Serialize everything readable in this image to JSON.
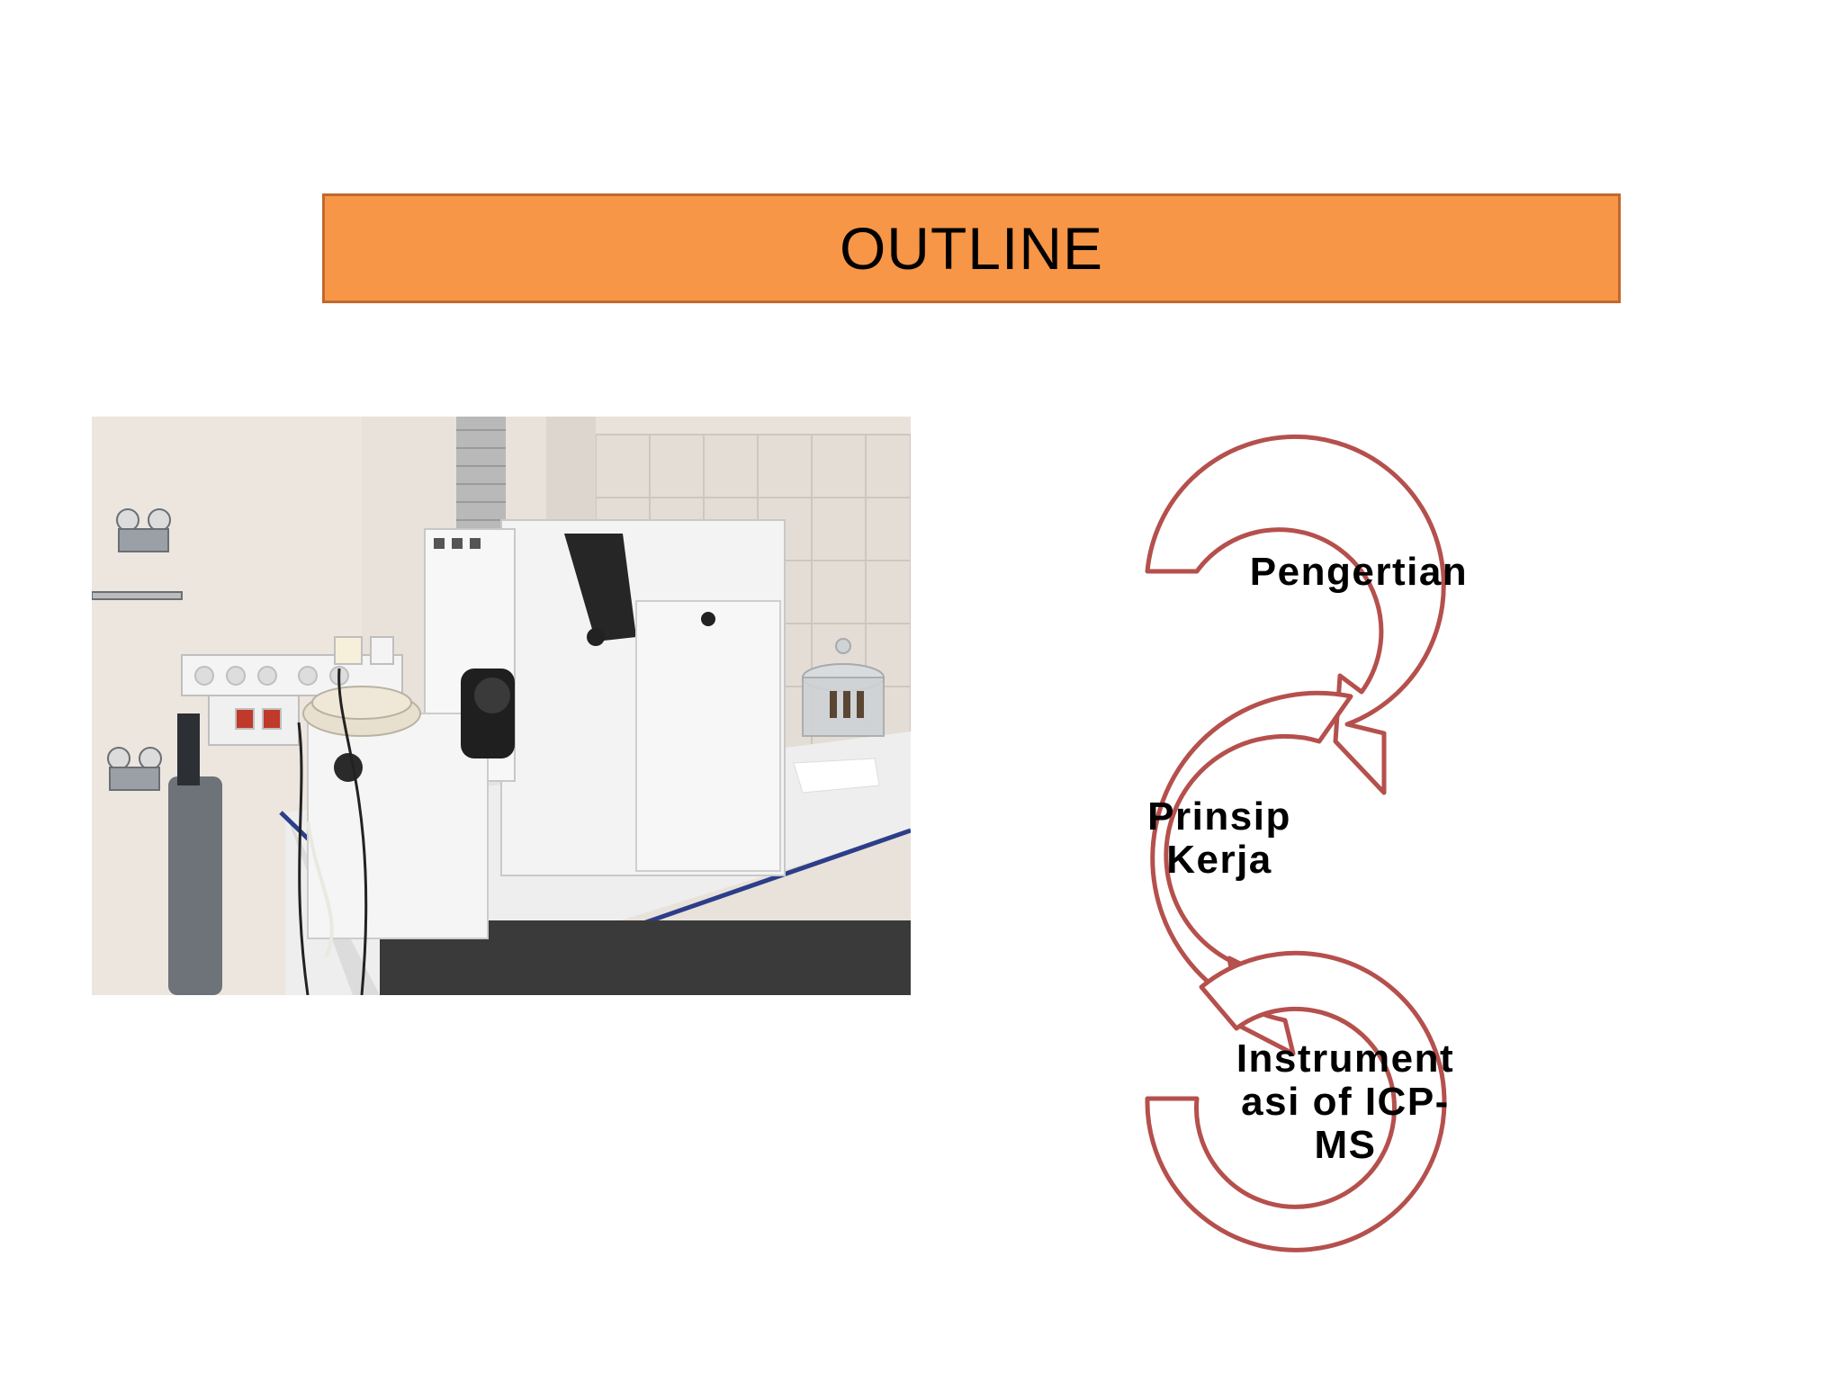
{
  "slide": {
    "title": "OUTLINE"
  },
  "photo": {
    "icon": "icp-ms-instrument-photo"
  },
  "cycle": {
    "stroke_color": "#b5504d",
    "fill_color": "#ffffff",
    "nodes": [
      {
        "label": "Pengertian"
      },
      {
        "label": "Prinsip\nKerja"
      },
      {
        "label": "Instrument\nasi of ICP-\nMS"
      }
    ]
  },
  "colors": {
    "title_fill": "#f79646",
    "title_border": "#c0692e"
  }
}
